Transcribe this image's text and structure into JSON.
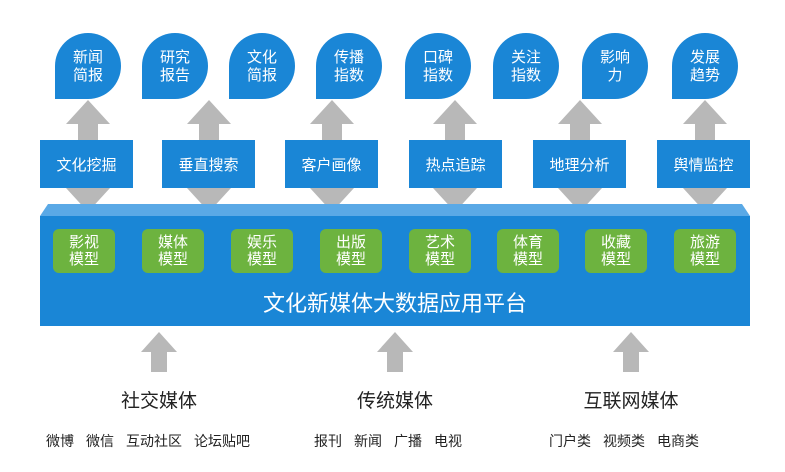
{
  "outputs": [
    "新闻\n简报",
    "研究\n报告",
    "文化\n简报",
    "传播\n指数",
    "口碑\n指数",
    "关注\n指数",
    "影响\n力",
    "发展\n趋势"
  ],
  "functions": [
    "文化挖掘",
    "垂直搜索",
    "客户画像",
    "热点追踪",
    "地理分析",
    "舆情监控"
  ],
  "models": [
    "影视\n模型",
    "媒体\n模型",
    "娱乐\n模型",
    "出版\n模型",
    "艺术\n模型",
    "体育\n模型",
    "收藏\n模型",
    "旅游\n模型"
  ],
  "platform_title": "文化新媒体大数据应用平台",
  "sources": [
    {
      "title": "社交媒体",
      "items": [
        "微博",
        "微信",
        "互动社区",
        "论坛贴吧"
      ]
    },
    {
      "title": "传统媒体",
      "items": [
        "报刊",
        "新闻",
        "广播",
        "电视"
      ]
    },
    {
      "title": "互联网媒体",
      "items": [
        "门户类",
        "视频类",
        "电商类"
      ]
    }
  ],
  "colors": {
    "blue": "#1a86d6",
    "green": "#6db33f",
    "arrow": "#b8b8b8"
  }
}
